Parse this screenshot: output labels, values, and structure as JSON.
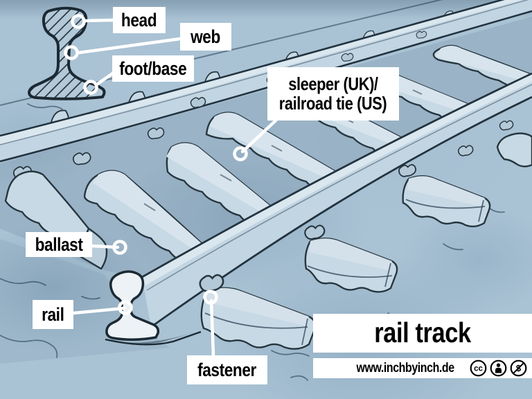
{
  "labels": {
    "head": "head",
    "web": "web",
    "foot_base": "foot/base",
    "sleeper_line1": "sleeper (UK)/",
    "sleeper_line2": "railroad tie (US)",
    "ballast": "ballast",
    "rail": "rail",
    "fastener": "fastener"
  },
  "footer": {
    "title": "rail track",
    "website": "www.inchbyinch.de",
    "license_icons": [
      "creative-commons",
      "attribution",
      "non-commercial"
    ]
  },
  "colors": {
    "background": "#a9c2d4",
    "outline": "#22333f",
    "sleeper_fill": "#c6d9e5",
    "rail_fill": "#c2d5e2",
    "highlight": "#dae7ef",
    "label_background": "#ffffff",
    "label_text": "#000000",
    "callout": "#ffffff"
  }
}
